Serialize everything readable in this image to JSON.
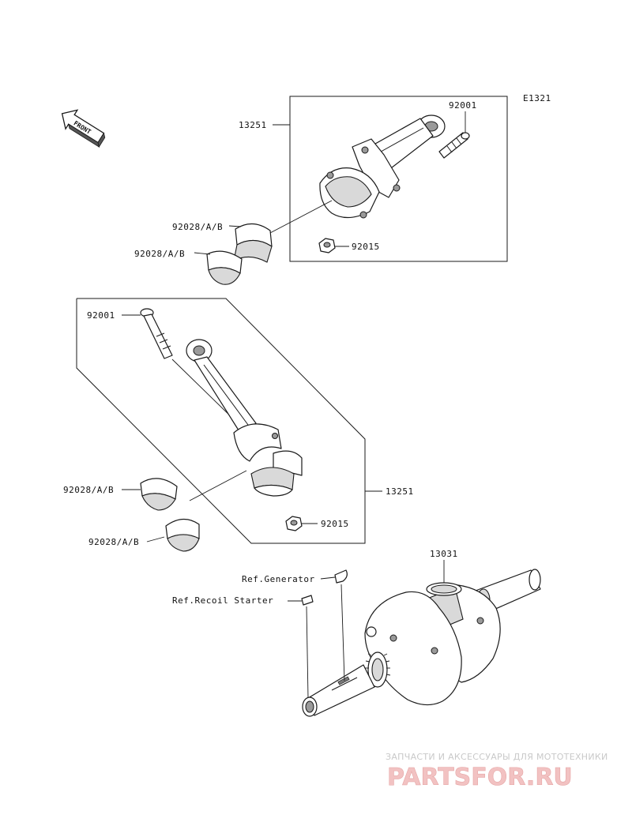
{
  "diagram": {
    "ref_code": "E1321",
    "front_label": "FRONT"
  },
  "callouts": {
    "rod_assy_upper": "13251",
    "bolt_upper": "92001",
    "bearing_upper_a": "92028/A/B",
    "bearing_upper_b": "92028/A/B",
    "nut_upper": "92015",
    "bolt_lower": "92001",
    "rod_assy_lower": "13251",
    "bearing_lower_a": "92028/A/B",
    "bearing_lower_b": "92028/A/B",
    "nut_lower": "92015",
    "crankshaft": "13031",
    "ref_generator": "Ref.Generator",
    "ref_recoil": "Ref.Recoil Starter"
  },
  "watermark": {
    "tagline": "ЗАПЧАСТИ И АКСЕССУАРЫ ДЛЯ МОТОТЕХНИКИ",
    "logo": "PARTSFOR.RU"
  }
}
